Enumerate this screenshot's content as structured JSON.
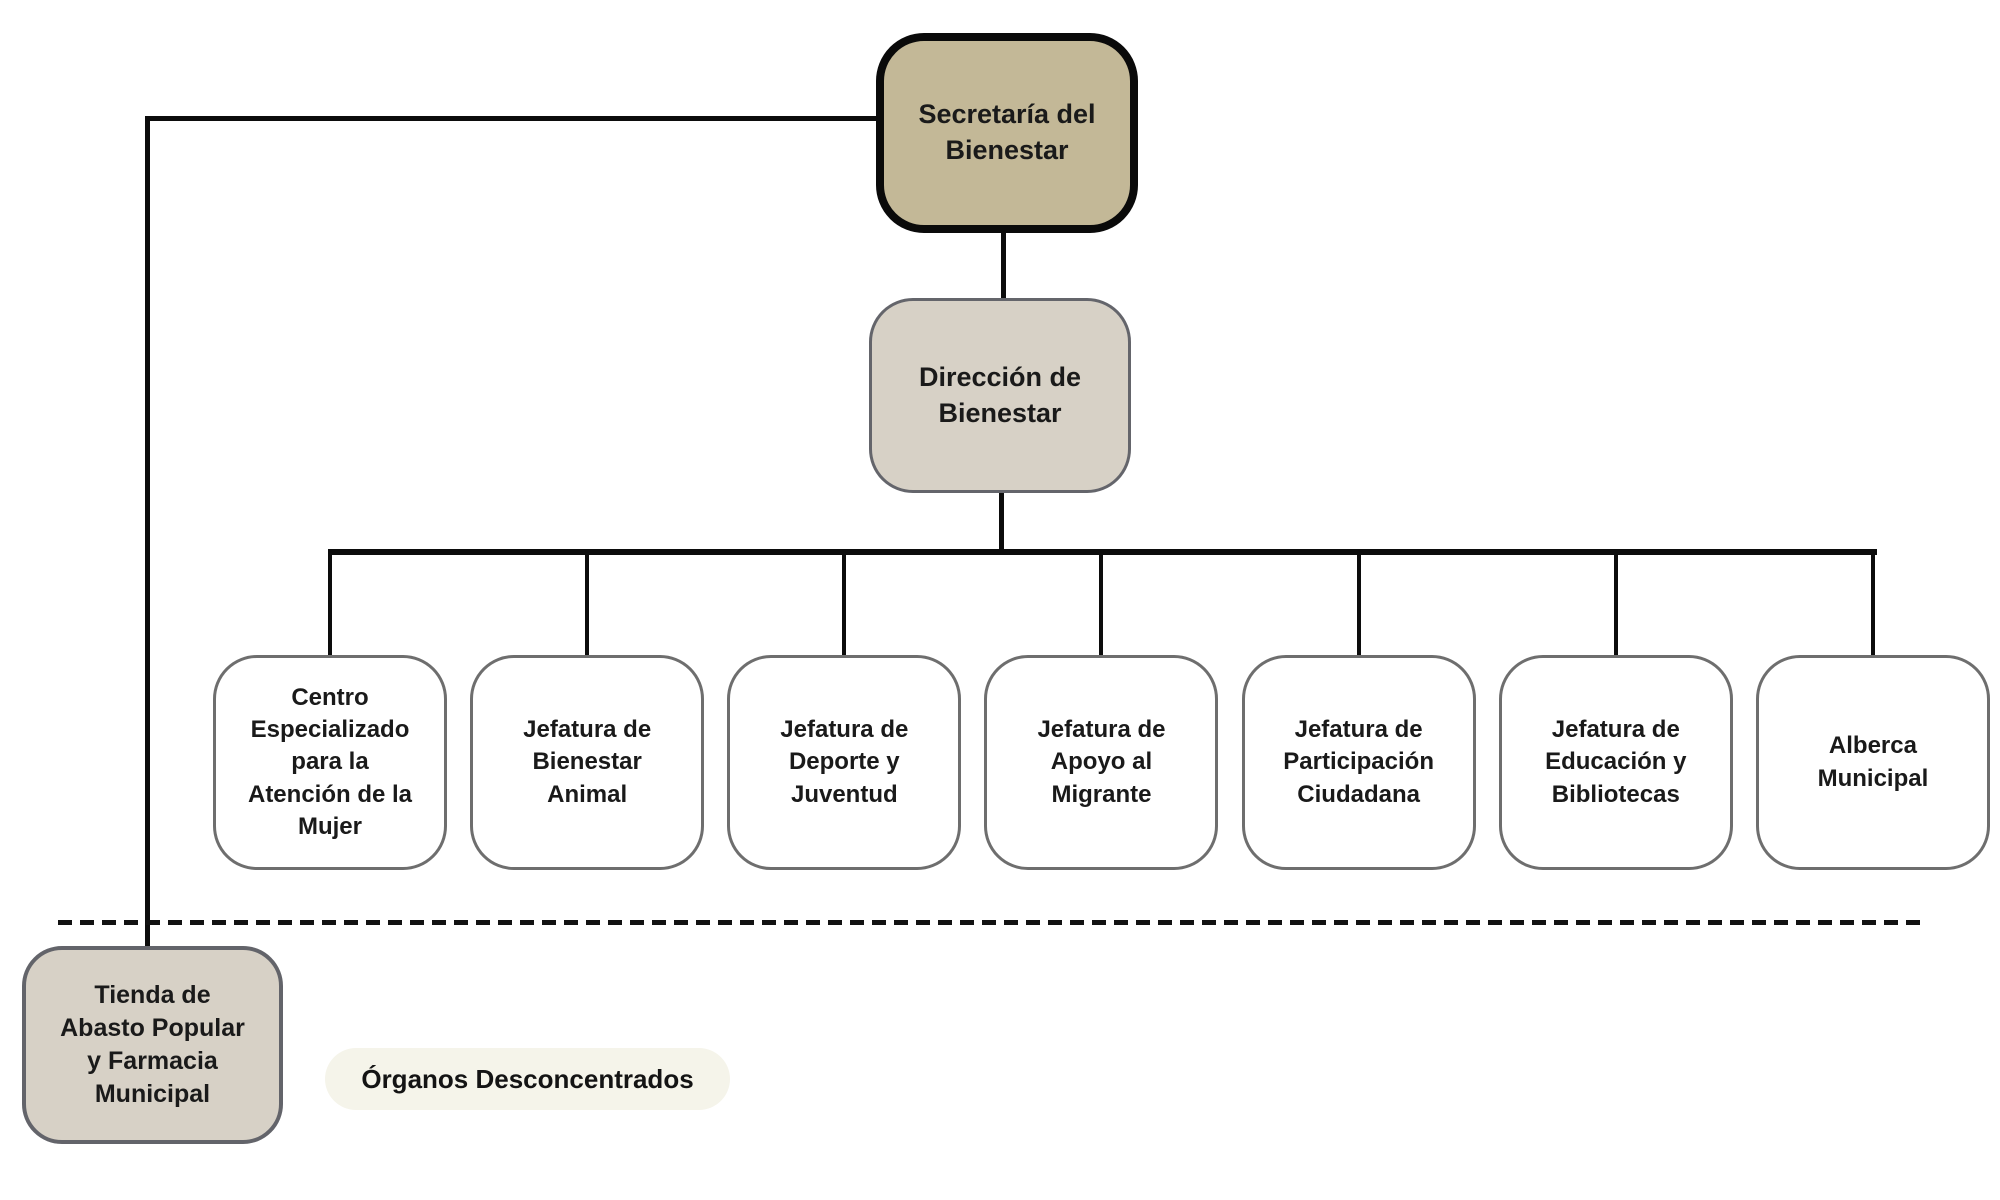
{
  "org_chart": {
    "root": {
      "label": "Secretaría del\nBienestar"
    },
    "director": {
      "label": "Dirección de\nBienestar"
    },
    "children": [
      {
        "label": "Centro\nEspecializado\npara la\nAtención de la\nMujer"
      },
      {
        "label": "Jefatura de\nBienestar\nAnimal"
      },
      {
        "label": "Jefatura de\nDeporte y\nJuventud"
      },
      {
        "label": "Jefatura de\nApoyo al\nMigrante"
      },
      {
        "label": "Jefatura de\nParticipación\nCiudadana"
      },
      {
        "label": "Jefatura de\nEducación y\nBibliotecas"
      },
      {
        "label": "Alberca\nMunicipal"
      }
    ],
    "deconcentrated_section": {
      "section_label": "Órganos Desconcentrados",
      "nodes": [
        {
          "label": "Tienda de\nAbasto Popular\ny Farmacia\nMunicipal"
        }
      ]
    },
    "colors": {
      "root_fill": "#c3b897",
      "root_border": "#0a0a0a",
      "secondary_fill": "#d7d1c6",
      "secondary_border": "#64656b",
      "child_fill": "#ffffff",
      "child_border": "#6e6e6e",
      "section_pill_fill": "#f5f4ea",
      "connector": "#0c0c0c",
      "text": "#1a1a1a",
      "background": "#ffffff"
    }
  }
}
